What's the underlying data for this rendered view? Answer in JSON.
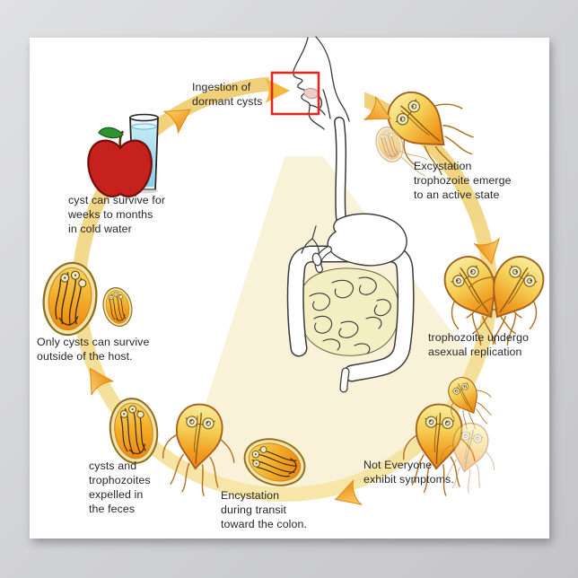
{
  "poster": {
    "subject": "parasite life cycle diagram",
    "stages": [
      {
        "id": "ingestion",
        "text": "Ingestion of\ndormant cysts"
      },
      {
        "id": "excystation",
        "text": "Excystation\ntrophozoite emerge\nto an active state"
      },
      {
        "id": "replication",
        "text": "trophozoite undergo\nasexual replication"
      },
      {
        "id": "symptoms",
        "text": "Not Everyone\nexhibit symptoms."
      },
      {
        "id": "encystation",
        "text": "Encystation\nduring transit\ntoward the colon."
      },
      {
        "id": "feces",
        "text": "cysts and\ntrophozoites\nexpelled in\nthe feces"
      },
      {
        "id": "outside-host",
        "text": "Only cysts can survive\n outside of the host."
      },
      {
        "id": "cold-water",
        "text": "cyst can survive for\nweeks to months\nin cold water"
      }
    ],
    "icons": [
      "apple-icon",
      "water-glass-icon",
      "mouth-highlight-box",
      "flow-arrow-icon",
      "digestive-tract-illustration",
      "trophozoite-illustration",
      "cyst-illustration"
    ],
    "colors": {
      "page_bg": "#d3d4d6",
      "poster_bg": "#ffffff",
      "ring_gold": "#f0d27c",
      "beam_cream": "#f8efce",
      "arrow_orange": "#ee8f14",
      "highlight_red": "#d92b22",
      "apple_red": "#c6211c",
      "leaf_green": "#2e9330",
      "water_blue": "#9fd8ee",
      "trophozoite_yellow": "#f8ec9c",
      "trophozoite_orange": "#e88212",
      "text": "#262626"
    }
  }
}
